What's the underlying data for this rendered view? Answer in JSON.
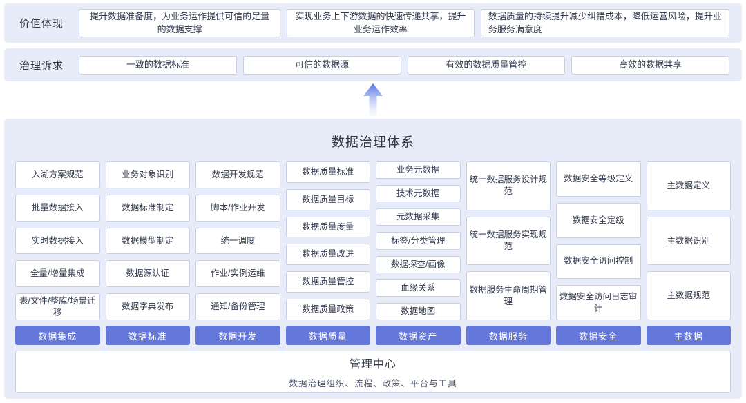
{
  "value_row": {
    "label": "价值体现",
    "items": [
      "提升数据准备度，为业务运作提供可信的足量的数据支撑",
      "实现业务上下游数据的快速传递共享，提升业务运作效率",
      "数据质量的持续提升减少纠错成本，降低运营风险，提升业务服务满意度"
    ]
  },
  "demand_row": {
    "label": "治理诉求",
    "items": [
      "一致的数据标准",
      "可信的数据源",
      "有效的数据质量管控",
      "高效的数据共享"
    ]
  },
  "system": {
    "title": "数据治理体系",
    "columns": [
      {
        "footer": "数据集成",
        "items": [
          "入湖方案规范",
          "批量数据接入",
          "实时数据接入",
          "全量/增量集成",
          "表/文件/整库/场景迁移"
        ]
      },
      {
        "footer": "数据标准",
        "items": [
          "业务对象识别",
          "数据标准制定",
          "数据模型制定",
          "数据源认证",
          "数据字典发布"
        ]
      },
      {
        "footer": "数据开发",
        "items": [
          "数据开发规范",
          "脚本/作业开发",
          "统一调度",
          "作业/实例运维",
          "通知/备份管理"
        ]
      },
      {
        "footer": "数据质量",
        "items": [
          "数据质量标准",
          "数据质量目标",
          "数据质量度量",
          "数据质量改进",
          "数据质量管控",
          "数据质量政策"
        ]
      },
      {
        "footer": "数据资产",
        "items": [
          "业务元数据",
          "技术元数据",
          "元数据采集",
          "标签/分类管理",
          "数据探查/画像",
          "血缘关系",
          "数据地图"
        ]
      },
      {
        "footer": "数据服务",
        "items": [
          "统一数据服务设计规范",
          "统一数据服务实现规范",
          "数据服务生命周期管理"
        ]
      },
      {
        "footer": "数据安全",
        "items": [
          "数据安全等级定义",
          "数据安全定级",
          "数据安全访问控制",
          "数据安全访问日志审计"
        ]
      },
      {
        "footer": "主数据",
        "items": [
          "主数据定义",
          "主数据识别",
          "主数据规范"
        ]
      }
    ]
  },
  "management": {
    "title": "管理中心",
    "subtitle": "数据治理组织、流程、政策、平台与工具"
  },
  "icons": {
    "arrow": "up-arrow-icon"
  },
  "colors": {
    "panel_bg": "#e8ebf8",
    "box_border": "#c9cfe3",
    "bar_blue": "#6477da",
    "arrow_blue": "#4d6ee2",
    "text_dark": "#2f3545"
  }
}
